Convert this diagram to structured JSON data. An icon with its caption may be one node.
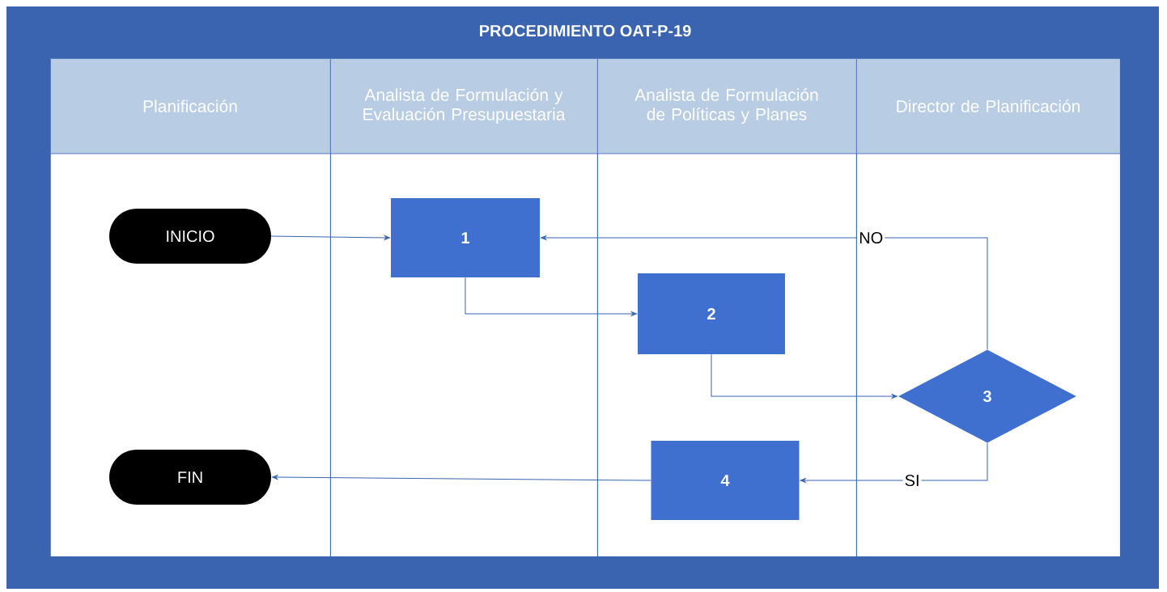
{
  "diagram": {
    "title": "PROCEDIMIENTO OAT-P-19",
    "nodes": [
      {
        "text": [
          "Planificación"
        ]
      },
      {
        "text": [
          "Analista de Formulación y Evaluación Presupuestaria"
        ]
      },
      {
        "text": [
          "Analista de Formulación de Políticas y Planes"
        ]
      },
      {
        "text": [
          "Director de Planificación"
        ]
      },
      {
        "text": [
          "INICIO"
        ],
        "in": 0
      },
      {
        "text": [
          "1"
        ],
        "in": 1
      },
      {
        "text": [
          "2"
        ],
        "in": 2
      },
      {
        "text": [
          "3"
        ],
        "in": 3
      },
      {
        "text": [
          "4"
        ],
        "in": 2
      },
      {
        "text": [
          "FIN"
        ],
        "in": 0
      }
    ],
    "edges": [
      {
        "from": 4,
        "to": 5,
        "arrow": "to"
      },
      {
        "from": 5,
        "to": 6,
        "arrow": "to"
      },
      {
        "from": 6,
        "to": 7,
        "arrow": "to"
      },
      {
        "from": 7,
        "to": 5,
        "arrow": "to",
        "label": "NO"
      },
      {
        "from": 7,
        "to": 8,
        "arrow": "to",
        "label": "SI"
      },
      {
        "from": 8,
        "to": 9,
        "arrow": "to"
      }
    ]
  }
}
